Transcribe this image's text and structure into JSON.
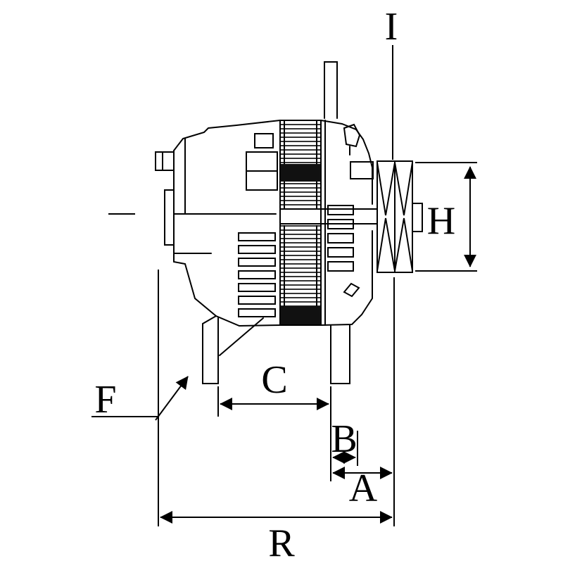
{
  "page": {
    "background": "#ffffff",
    "ink": "#000000"
  },
  "figure": {
    "type": "technical-dimension-drawing",
    "labels": {
      "I": "I",
      "H": "H",
      "F": "F",
      "C": "C",
      "B": "B",
      "A": "A",
      "R": "R"
    }
  }
}
